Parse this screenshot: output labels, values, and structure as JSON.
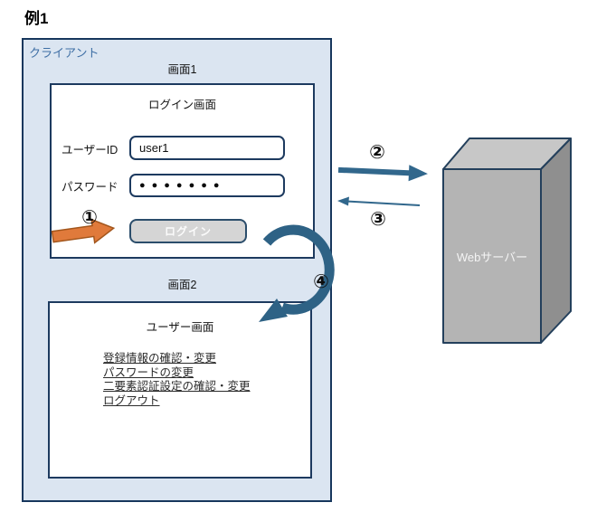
{
  "page": {
    "title": "例1"
  },
  "client": {
    "label": "クライアント",
    "screen1": {
      "label": "画面1",
      "login_screen": {
        "title": "ログイン画面",
        "user_id": {
          "label": "ユーザーID",
          "value": "user1"
        },
        "password": {
          "label": "パスワード",
          "value": "●●●●●●●"
        },
        "login_button": "ログイン"
      }
    },
    "screen2": {
      "label": "画面2",
      "user_screen": {
        "title": "ユーザー画面",
        "links": [
          "登録情報の確認・変更",
          "パスワードの変更",
          "二要素認証設定の確認・変更",
          "ログアウト"
        ]
      }
    }
  },
  "server": {
    "label": "Webサーバー"
  },
  "steps": {
    "one": "①",
    "two": "②",
    "three": "③",
    "four": "④"
  },
  "colors": {
    "client_fill": "#dbe5f1",
    "box_border": "#17375d",
    "client_label_blue": "#3f6fa5",
    "arrow_blue": "#31678c",
    "curve_arrow_blue": "#2e6285",
    "arrow_orange": "#e07a3b",
    "button_fill": "#d5d5d5",
    "server_front": "#b4b4b4",
    "server_top": "#c7c7c7",
    "server_side": "#8f8f8f"
  }
}
